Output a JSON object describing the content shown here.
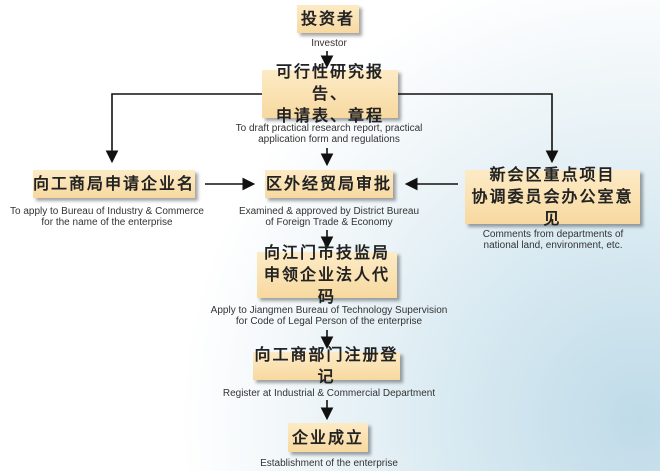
{
  "nodes": {
    "investor": {
      "zh": "投资者",
      "en": "Investor"
    },
    "report": {
      "zh1": "可行性研究报告、",
      "zh2": "申请表、章程",
      "en1": "To draft practical research report, practical",
      "en2": "application form and regulations"
    },
    "name": {
      "zh": "向工商局申请企业名",
      "en1": "To apply to Bureau of Industry & Commerce",
      "en2": "for the name of the enterprise"
    },
    "approve": {
      "zh": "区外经贸局审批",
      "en1": "Examined & approved by District Bureau",
      "en2": "of Foreign Trade & Economy"
    },
    "comments": {
      "zh1": "新会区重点项目",
      "zh2": "协调委员会办公室意见",
      "en1": "Comments from departments of",
      "en2": "national land, environment, etc."
    },
    "code": {
      "zh1": "向江门市技监局",
      "zh2": "申领企业法人代码",
      "en1": "Apply to Jiangmen Bureau of Technology Supervision",
      "en2": "for Code of Legal Person of the enterprise"
    },
    "register": {
      "zh": "向工商部门注册登记",
      "en": "Register at Industrial & Commercial Department"
    },
    "establish": {
      "zh": "企业成立",
      "en": "Establishment of the enterprise"
    }
  }
}
